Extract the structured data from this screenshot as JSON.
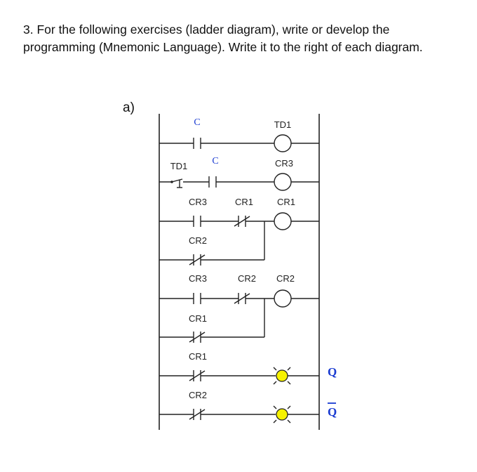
{
  "question": {
    "line1": "3. For the following exercises (ladder diagram), write or develop the",
    "line2": "programming (Mnemonic Language). Write it to the right of each diagram."
  },
  "part_label": "a)",
  "ladder": {
    "rung1": {
      "contact": "C",
      "coil": "TD1"
    },
    "rung2": {
      "timer_contact": "TD1",
      "contact": "C",
      "coil": "CR3"
    },
    "rung3": {
      "contact": "CR3",
      "branch_contact": "CR2",
      "nc_contact": "CR1",
      "coil": "CR1"
    },
    "rung4": {
      "contact": "CR3",
      "branch_contact": "CR1",
      "nc_contact": "CR2",
      "coil": "CR2"
    },
    "rung5": {
      "nc_contact": "CR1",
      "output": "Q"
    },
    "rung6": {
      "nc_contact": "CR2",
      "output": "Q"
    },
    "colors": {
      "label_blue": "#1a3bd1",
      "lamp_yellow": "#f6f200"
    }
  }
}
